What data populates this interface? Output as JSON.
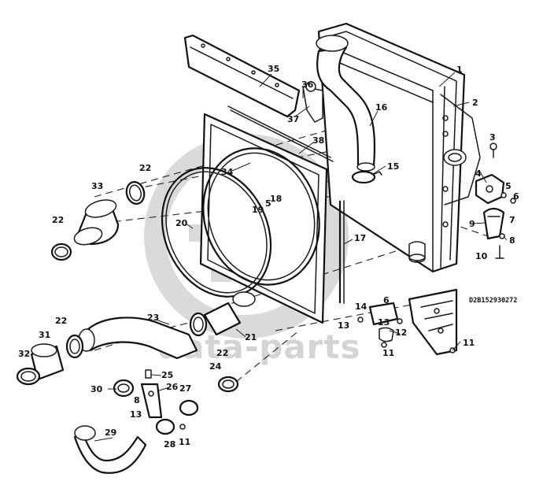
{
  "watermark": {
    "text": "data-parts"
  },
  "part_number_label": "D2B152930272",
  "callouts": {
    "c1": "1",
    "c2": "2",
    "c3": "3",
    "c4": "4",
    "c5": "5",
    "c6": "6",
    "c7": "7",
    "c8": "8",
    "c9": "9",
    "c10": "10",
    "c11": "11",
    "c12": "12",
    "c13": "13",
    "c14": "14",
    "c15": "15",
    "c16": "16",
    "c17": "17",
    "c18": "18",
    "c19": "19",
    "c20": "20",
    "c21": "21",
    "c22": "22",
    "c23": "23",
    "c24": "24",
    "c25": "25",
    "c26": "26",
    "c27": "27",
    "c28": "28",
    "c29": "29",
    "c30": "30",
    "c31": "31",
    "c32": "32",
    "c33": "33",
    "c34": "34",
    "c35": "35",
    "c36": "36",
    "c37": "37",
    "c38": "38"
  }
}
